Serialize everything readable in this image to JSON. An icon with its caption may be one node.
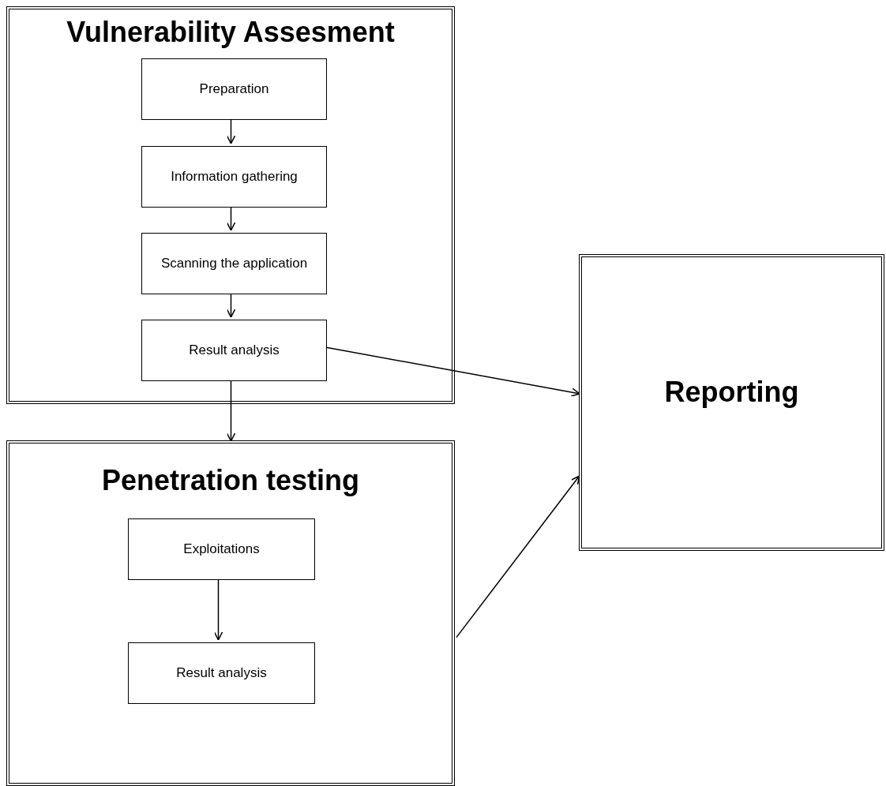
{
  "diagram": {
    "nodes": [
      {
        "text": [
          "Vulnerability Assesment"
        ]
      },
      {
        "text": [
          "Preparation"
        ],
        "in": 0
      },
      {
        "text": [
          "Information gathering"
        ],
        "in": 0
      },
      {
        "text": [
          "Scanning the application"
        ],
        "in": 0
      },
      {
        "text": [
          "Result analysis"
        ],
        "in": 0
      },
      {
        "text": [
          "Penetration testing"
        ]
      },
      {
        "text": [
          "Exploitations"
        ],
        "in": 5
      },
      {
        "text": [
          "Result analysis"
        ],
        "in": 5
      },
      {
        "text": [
          "Reporting"
        ]
      }
    ],
    "edges": [
      {
        "from": 1,
        "to": 2,
        "arrow": "to"
      },
      {
        "from": 2,
        "to": 3,
        "arrow": "to"
      },
      {
        "from": 3,
        "to": 4,
        "arrow": "to"
      },
      {
        "from": 4,
        "to": 8,
        "arrow": "to"
      },
      {
        "from": 4,
        "to": 5,
        "arrow": "to"
      },
      {
        "from": 6,
        "to": 7,
        "arrow": "to"
      },
      {
        "from": 5,
        "to": 8,
        "arrow": "to"
      }
    ]
  }
}
